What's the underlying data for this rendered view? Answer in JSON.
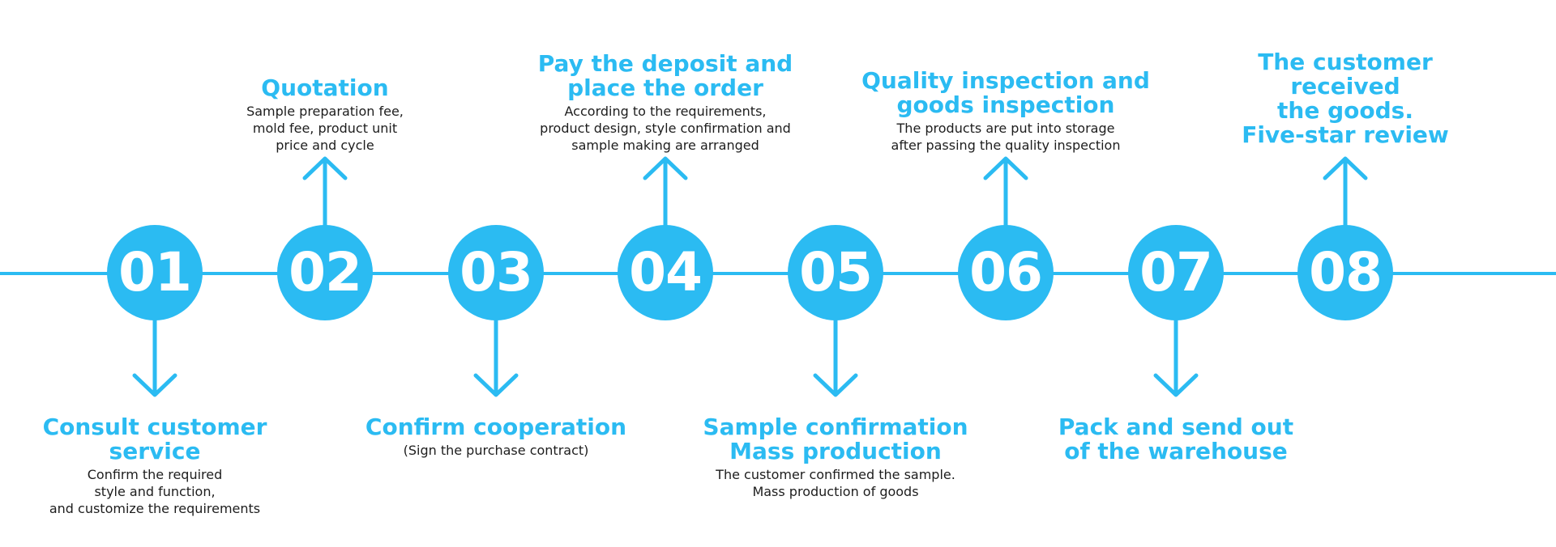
{
  "colors": {
    "accent": "#2bbbf2",
    "description_text": "#1d1d1d",
    "background": "#ffffff"
  },
  "steps": [
    {
      "number": "01",
      "title": "Consult customer\nservice",
      "description": "Confirm the required\nstyle and function,\nand customize the requirements",
      "arrow": "down"
    },
    {
      "number": "02",
      "title": "Quotation",
      "description": "Sample preparation fee,\nmold fee, product unit\nprice and cycle",
      "arrow": "up"
    },
    {
      "number": "03",
      "title": "Confirm cooperation",
      "description": "(Sign the purchase contract)",
      "arrow": "down"
    },
    {
      "number": "04",
      "title": "Pay the deposit and\nplace the order",
      "description": "According to the requirements,\nproduct design, style confirmation and\nsample making are arranged",
      "arrow": "up"
    },
    {
      "number": "05",
      "title": "Sample confirmation\nMass production",
      "description": "The customer confirmed the sample.\nMass production of goods",
      "arrow": "down"
    },
    {
      "number": "06",
      "title": "Quality inspection and\ngoods inspection",
      "description": "The products are put into storage\nafter passing the quality inspection",
      "arrow": "up"
    },
    {
      "number": "07",
      "title": "Pack and send out\nof the warehouse",
      "description": "",
      "arrow": "down"
    },
    {
      "number": "08",
      "title": "The customer received\nthe goods.\nFive-star review",
      "description": "",
      "arrow": "up"
    }
  ]
}
